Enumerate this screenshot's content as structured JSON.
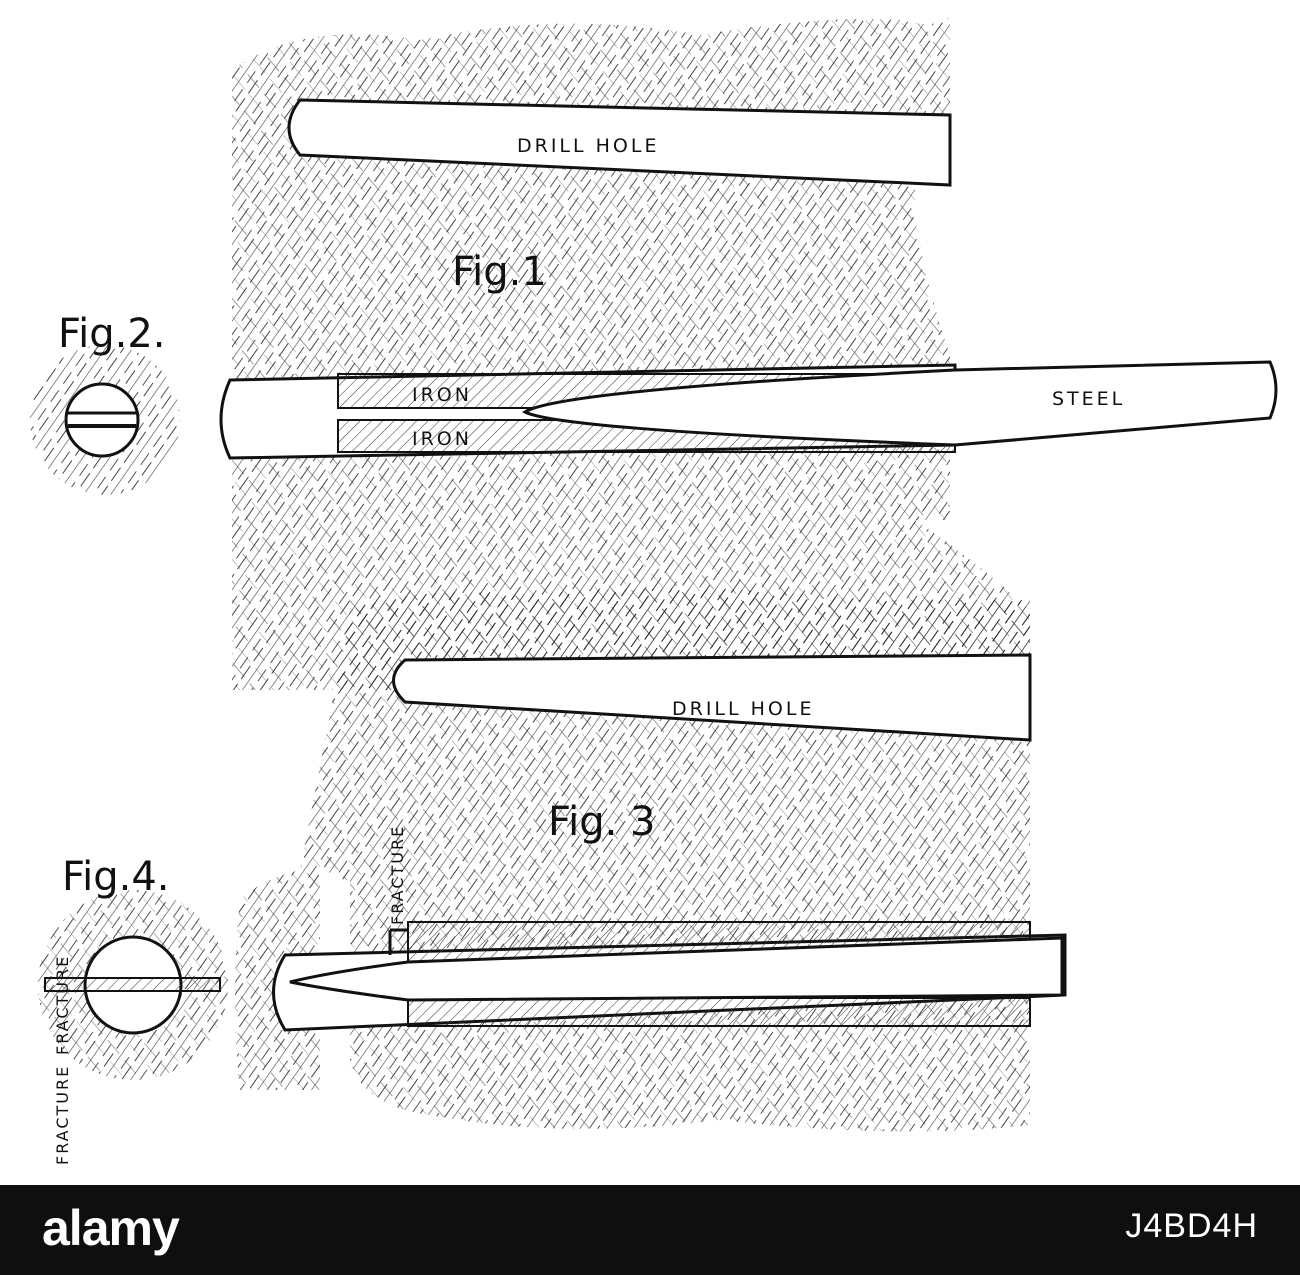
{
  "figure": {
    "labels": {
      "drill_hole_top": "DRILL HOLE",
      "fig1": "Fig.1",
      "fig2": "Fig.2.",
      "iron_top": "IRON",
      "iron_bottom": "IRON",
      "steel": "STEEL",
      "drill_hole_bottom": "DRILL HOLE",
      "fracture_vertical": "FRACTURE",
      "fig3": "Fig. 3",
      "fig4": "Fig.4.",
      "fracture_fig4_left": "FRACTURE",
      "fracture_bottom": "FRACTURE"
    }
  },
  "watermark": {
    "brand": "alamy",
    "stock_id": "J4BD4H"
  },
  "colors": {
    "ink": "#111111",
    "paper": "#ffffff",
    "footer": "#0f0f0f"
  }
}
